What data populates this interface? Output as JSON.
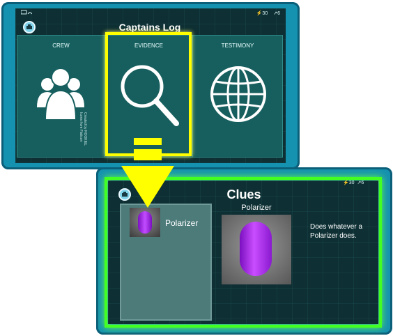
{
  "top_window": {
    "status": {
      "battery": "30",
      "signal": "6"
    },
    "title": "Captains Log",
    "cards": [
      {
        "label": "CREW",
        "icon": "crew-icon"
      },
      {
        "label": "EVIDENCE",
        "icon": "magnifier-icon"
      },
      {
        "label": "TESTIMONY",
        "icon": "globe-icon"
      }
    ],
    "credit_line1": "Created by ROOKIEL",
    "credit_line2": "Icons from Flaticon"
  },
  "bottom_window": {
    "status": {
      "battery": "30",
      "signal": "6"
    },
    "title": "Clues",
    "list_item_name": "Polarizer",
    "detail": {
      "name": "Polarizer",
      "description": "Does whatever a Polarizer does."
    }
  },
  "colors": {
    "frame": "#1592b0",
    "highlight_yellow": "#ffff00",
    "glow_green": "#44ff22",
    "item_purple": "#a020f0"
  }
}
